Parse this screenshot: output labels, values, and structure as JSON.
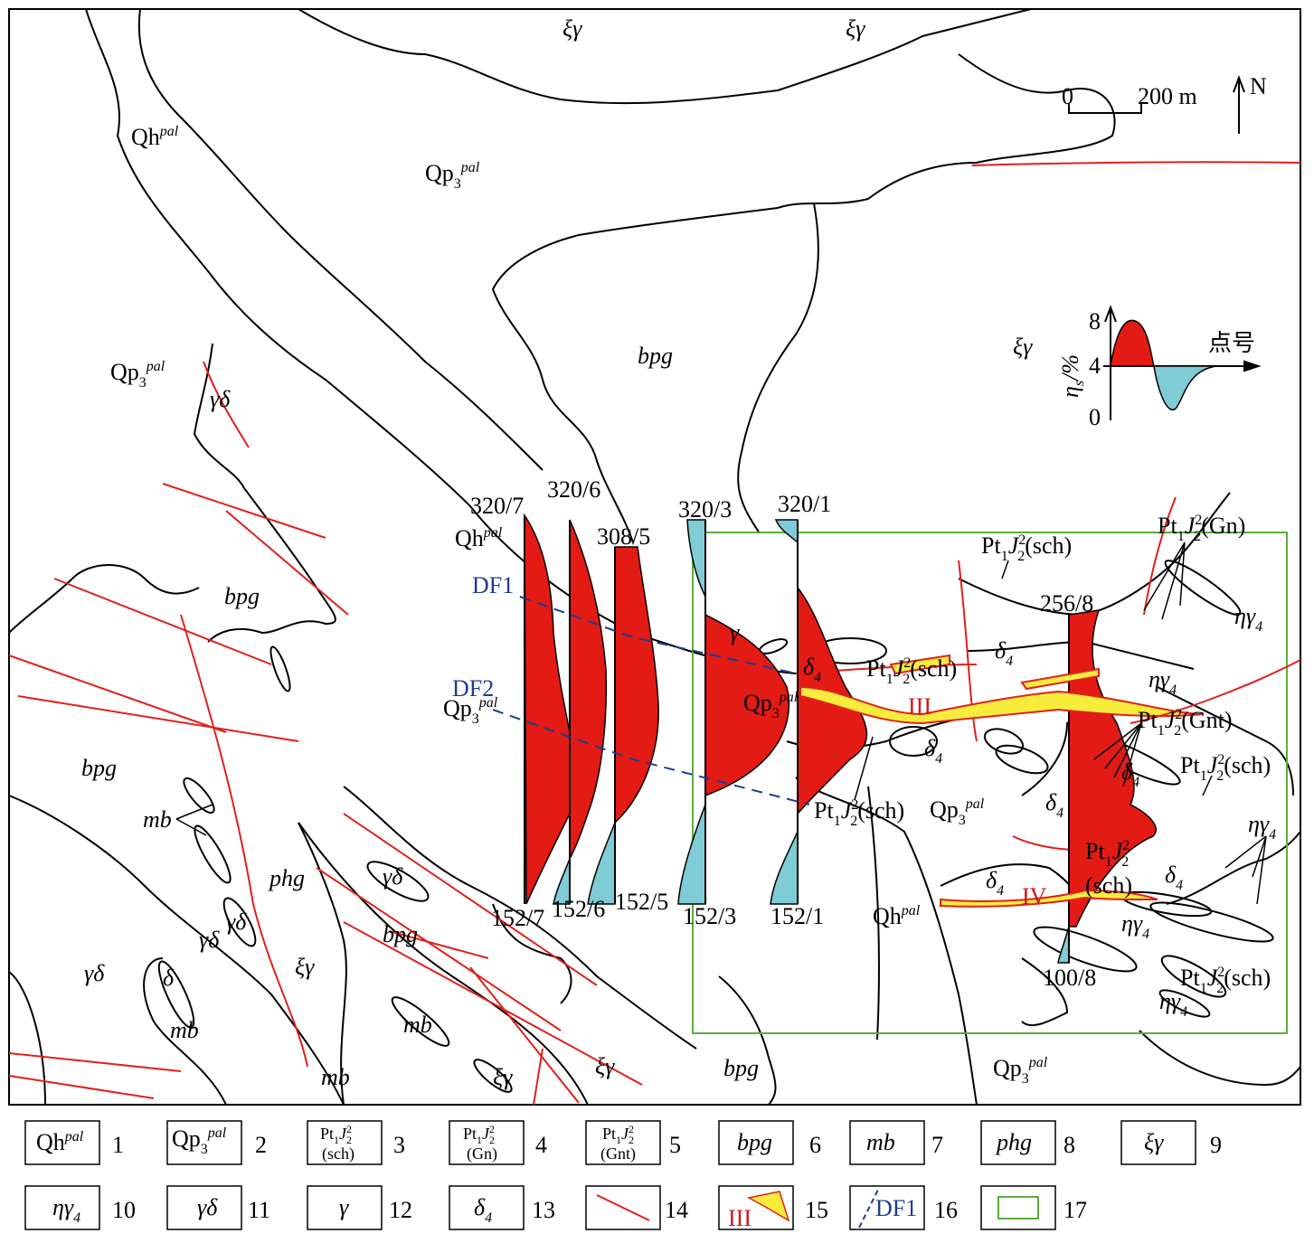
{
  "scale_bar": {
    "start": "0",
    "end": "200 m"
  },
  "north_arrow": {
    "label": "N"
  },
  "profile_lines": [
    {
      "top": "320/7",
      "bottom": "152/7"
    },
    {
      "top": "320/6",
      "bottom": "152/6"
    },
    {
      "top": "308/5",
      "bottom": "152/5"
    },
    {
      "top": "320/3",
      "bottom": "152/3"
    },
    {
      "top": "320/1",
      "bottom": "152/1"
    },
    {
      "top": "256/8",
      "bottom": "100/8"
    }
  ],
  "faults": {
    "df1": "DF1",
    "df2": "DF2"
  },
  "ore_bodies": {
    "iii": "III",
    "iv": "IV"
  },
  "inset_plot": {
    "y_ticks": [
      "8",
      "4",
      "0"
    ],
    "y_axis_label": "η",
    "y_axis_sub": "s",
    "y_axis_unit": "/%",
    "x_axis_label": "点号",
    "colors": {
      "positive": "#e31b14",
      "negative": "#7fcbd6"
    }
  },
  "units": {
    "qh": "Qh",
    "pal": "pal",
    "qp": "Qp",
    "qp_sub": "3",
    "pt": "Pt",
    "pt_sub": "1",
    "j": "J",
    "j_sup": "2",
    "j_sub": "2",
    "sch": "(sch)",
    "gn": "(Gn)",
    "gnt": "(Gnt)",
    "bpg": "bpg",
    "mb": "mb",
    "phg": "phg",
    "xi_gamma": "ξγ",
    "eta_gamma": "ηγ",
    "eta_sub": "4",
    "gamma_delta": "γδ",
    "gamma": "γ",
    "delta": "δ",
    "delta_sub": "4"
  },
  "legend": [
    {
      "number": "1"
    },
    {
      "number": "2"
    },
    {
      "number": "3"
    },
    {
      "number": "4"
    },
    {
      "number": "5"
    },
    {
      "number": "6"
    },
    {
      "number": "7"
    },
    {
      "number": "8"
    },
    {
      "number": "9"
    },
    {
      "number": "10"
    },
    {
      "number": "11"
    },
    {
      "number": "12"
    },
    {
      "number": "13"
    },
    {
      "number": "14"
    },
    {
      "number": "15"
    },
    {
      "number": "16"
    },
    {
      "number": "17"
    }
  ],
  "colors": {
    "anomaly_red": "#e31b14",
    "anomaly_blue": "#7fcbd6",
    "ore_yellow": "#f7ec3c",
    "fault_red": "#e0201b",
    "fault_blue": "#1f3a93",
    "frame_green": "#5aad3c"
  }
}
